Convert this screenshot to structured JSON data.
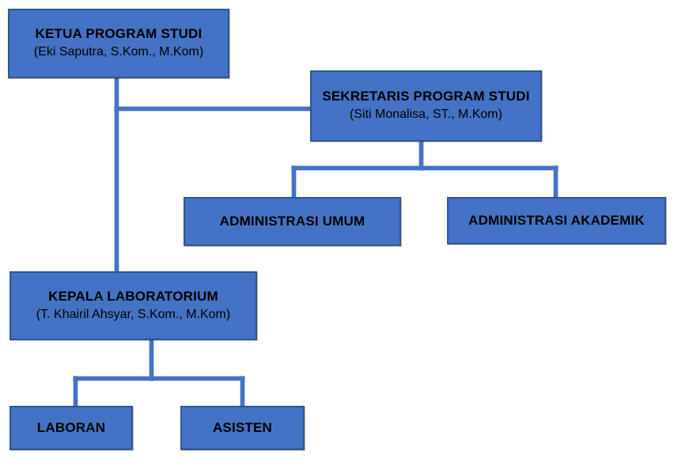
{
  "nodes": {
    "ketua": {
      "title": "KETUA PROGRAM STUDI",
      "subtitle": "(Eki Saputra, S.Kom., M.Kom)"
    },
    "sekretaris": {
      "title": "SEKRETARIS PROGRAM STUDI",
      "subtitle": "(Siti Monalisa, ST., M.Kom)"
    },
    "adm_umum": {
      "title": "ADMINISTRASI UMUM"
    },
    "adm_akademik": {
      "title": "ADMINISTRASI AKADEMIK"
    },
    "kepala_lab": {
      "title": "KEPALA LABORATORIUM",
      "subtitle": "(T. Khairil Ahsyar, S.Kom., M.Kom)"
    },
    "laboran": {
      "title": "LABORAN"
    },
    "asisten": {
      "title": "ASISTEN"
    }
  },
  "hierarchy": [
    {
      "parent": "KETUA PROGRAM STUDI",
      "children": [
        "SEKRETARIS PROGRAM STUDI",
        "KEPALA LABORATORIUM"
      ]
    },
    {
      "parent": "SEKRETARIS PROGRAM STUDI",
      "children": [
        "ADMINISTRASI UMUM",
        "ADMINISTRASI AKADEMIK"
      ]
    },
    {
      "parent": "KEPALA LABORATORIUM",
      "children": [
        "LABORAN",
        "ASISTEN"
      ]
    }
  ],
  "colors": {
    "box_fill": "#4472C4",
    "box_border": "#2E5693",
    "connector": "#4472C4",
    "text": "#000000",
    "background": "#FFFFFF"
  }
}
